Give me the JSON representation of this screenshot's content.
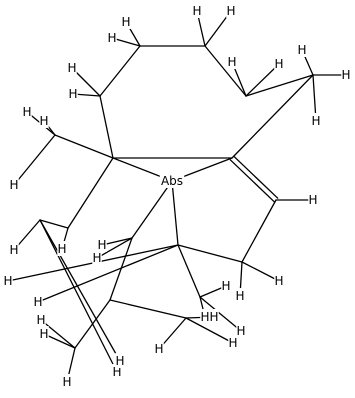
{
  "molecule": {
    "atoms": [
      {
        "id": "C1",
        "element": "C",
        "label": ""
      },
      {
        "id": "C2",
        "element": "C",
        "label": ""
      },
      {
        "id": "C3",
        "element": "C",
        "label": ""
      },
      {
        "id": "C4",
        "element": "C",
        "label": ""
      },
      {
        "id": "C5",
        "element": "C",
        "label": ""
      },
      {
        "id": "C6",
        "element": "C",
        "label": ""
      },
      {
        "id": "C7",
        "element": "C",
        "label": ""
      },
      {
        "id": "C8",
        "element": "C",
        "label": ""
      },
      {
        "id": "C9",
        "element": "C",
        "label": ""
      },
      {
        "id": "C10",
        "element": "C",
        "label": ""
      },
      {
        "id": "C11",
        "element": "C",
        "label": ""
      },
      {
        "id": "C12",
        "element": "C",
        "label": ""
      },
      {
        "id": "C13",
        "element": "C",
        "label": ""
      },
      {
        "id": "C14",
        "element": "C",
        "label": ""
      },
      {
        "id": "C15",
        "element": "C",
        "label": ""
      },
      {
        "id": "C16",
        "element": "C",
        "label": ""
      },
      {
        "id": "C17",
        "element": "C",
        "label": ""
      },
      {
        "id": "C18",
        "element": "C",
        "label": ""
      },
      {
        "id": "X1",
        "element": "Abs",
        "label": "Abs"
      },
      {
        "id": "H1",
        "element": "H",
        "label": "H"
      },
      {
        "id": "H2",
        "element": "H",
        "label": "H"
      },
      {
        "id": "H3",
        "element": "H",
        "label": "H"
      },
      {
        "id": "H4",
        "element": "H",
        "label": "H"
      },
      {
        "id": "H5",
        "element": "H",
        "label": "H"
      },
      {
        "id": "H6",
        "element": "H",
        "label": "H"
      },
      {
        "id": "H7",
        "element": "H",
        "label": "H"
      },
      {
        "id": "H8",
        "element": "H",
        "label": "H"
      },
      {
        "id": "H9",
        "element": "H",
        "label": "H"
      },
      {
        "id": "H10",
        "element": "H",
        "label": "H"
      },
      {
        "id": "H11",
        "element": "H",
        "label": "H"
      },
      {
        "id": "H12",
        "element": "H",
        "label": "H"
      },
      {
        "id": "H13",
        "element": "H",
        "label": "H"
      },
      {
        "id": "H14",
        "element": "H",
        "label": "H"
      },
      {
        "id": "H15",
        "element": "H",
        "label": "H"
      },
      {
        "id": "H16",
        "element": "H",
        "label": "H"
      },
      {
        "id": "H17",
        "element": "H",
        "label": "H"
      },
      {
        "id": "H18",
        "element": "H",
        "label": "H"
      },
      {
        "id": "H19",
        "element": "H",
        "label": "H"
      },
      {
        "id": "H20",
        "element": "H",
        "label": "H"
      },
      {
        "id": "H21",
        "element": "H",
        "label": "H"
      },
      {
        "id": "H22",
        "element": "H",
        "label": "H"
      },
      {
        "id": "H23",
        "element": "H",
        "label": "H"
      },
      {
        "id": "H24",
        "element": "H",
        "label": "H"
      },
      {
        "id": "H25",
        "element": "H",
        "label": "H"
      },
      {
        "id": "H26",
        "element": "H",
        "label": "H"
      },
      {
        "id": "H27",
        "element": "H",
        "label": "H"
      },
      {
        "id": "H28",
        "element": "H",
        "label": "H"
      },
      {
        "id": "H29",
        "element": "H",
        "label": "H"
      },
      {
        "id": "H30",
        "element": "H",
        "label": "H"
      },
      {
        "id": "H31",
        "element": "H",
        "label": "H"
      },
      {
        "id": "H32",
        "element": "H",
        "label": "H"
      },
      {
        "id": "H33",
        "element": "H",
        "label": "H"
      },
      {
        "id": "H34",
        "element": "H",
        "label": "H"
      }
    ],
    "bonds": [
      {
        "from": "C1",
        "to": "C2",
        "order": 1
      },
      {
        "from": "C2",
        "to": "C3",
        "order": 1
      },
      {
        "from": "C3",
        "to": "C4",
        "order": 1
      },
      {
        "from": "C4",
        "to": "C5",
        "order": 1
      },
      {
        "from": "C5",
        "to": "C6",
        "order": 1
      },
      {
        "from": "C6",
        "to": "C7",
        "order": 1
      },
      {
        "from": "C7",
        "to": "C1",
        "order": 1
      },
      {
        "from": "C6",
        "to": "C8",
        "order": 2
      },
      {
        "from": "C8",
        "to": "C9",
        "order": 1
      },
      {
        "from": "C9",
        "to": "C10",
        "order": 1
      },
      {
        "from": "C10",
        "to": "X1",
        "order": 1
      },
      {
        "from": "X1",
        "to": "C6",
        "order": 1
      },
      {
        "from": "X1",
        "to": "C7",
        "order": 1
      },
      {
        "from": "X1",
        "to": "C11",
        "order": 1
      },
      {
        "from": "C7",
        "to": "C12",
        "order": 1
      },
      {
        "from": "C7",
        "to": "C13",
        "order": 1
      },
      {
        "from": "C13",
        "to": "C14",
        "order": 1
      },
      {
        "from": "C11",
        "to": "C15",
        "order": 1
      },
      {
        "from": "C15",
        "to": "C16",
        "order": 1
      },
      {
        "from": "C15",
        "to": "C17",
        "order": 1
      },
      {
        "from": "C10",
        "to": "C18",
        "order": 1
      },
      {
        "from": "C5",
        "to": "H1",
        "order": 1
      },
      {
        "from": "C5",
        "to": "H2",
        "order": 1
      },
      {
        "from": "C5",
        "to": "H3",
        "order": 1
      },
      {
        "from": "C4",
        "to": "H4",
        "order": 1
      },
      {
        "from": "C4",
        "to": "H5",
        "order": 1
      },
      {
        "from": "C3",
        "to": "H6",
        "order": 1
      },
      {
        "from": "C3",
        "to": "H7",
        "order": 1
      },
      {
        "from": "C2",
        "to": "H8",
        "order": 1
      },
      {
        "from": "C2",
        "to": "H9",
        "order": 1
      },
      {
        "from": "C1",
        "to": "H10",
        "order": 1
      },
      {
        "from": "C1",
        "to": "H11",
        "order": 1
      },
      {
        "from": "C12",
        "to": "H12",
        "order": 1
      },
      {
        "from": "C12",
        "to": "H13",
        "order": 1
      },
      {
        "from": "C12",
        "to": "H14",
        "order": 1
      },
      {
        "from": "C13",
        "to": "H15",
        "order": 1
      },
      {
        "from": "C14",
        "to": "H16",
        "order": 1
      },
      {
        "from": "C8",
        "to": "H17",
        "order": 1
      },
      {
        "from": "C9",
        "to": "H18",
        "order": 1
      },
      {
        "from": "C9",
        "to": "H19",
        "order": 1
      },
      {
        "from": "C11",
        "to": "H20",
        "order": 1
      },
      {
        "from": "C11",
        "to": "H21",
        "order": 1
      },
      {
        "from": "C16",
        "to": "H22",
        "order": 1
      },
      {
        "from": "C16",
        "to": "H23",
        "order": 1
      },
      {
        "from": "C16",
        "to": "H24",
        "order": 1
      },
      {
        "from": "C17",
        "to": "H25",
        "order": 1
      },
      {
        "from": "C17",
        "to": "H26",
        "order": 1
      },
      {
        "from": "C17",
        "to": "H27",
        "order": 1
      },
      {
        "from": "C18",
        "to": "H28",
        "order": 1
      },
      {
        "from": "C18",
        "to": "H29",
        "order": 1
      },
      {
        "from": "C18",
        "to": "H30",
        "order": 1
      },
      {
        "from": "C10",
        "to": "H31",
        "order": 1
      },
      {
        "from": "C10",
        "to": "H32",
        "order": 1
      },
      {
        "from": "C14",
        "to": "H33",
        "order": 1
      },
      {
        "from": "C14",
        "to": "H34",
        "order": 1
      }
    ]
  }
}
